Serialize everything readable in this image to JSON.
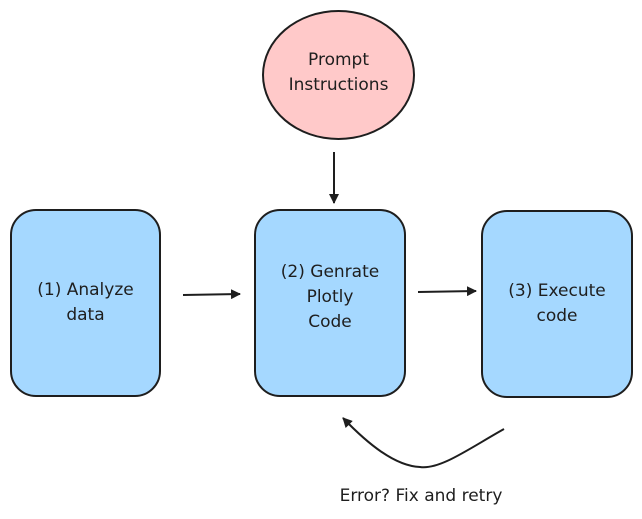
{
  "diagram": {
    "nodes": {
      "analyze": {
        "label": "(1) Analyze\ndata",
        "color": "#a5d8ff"
      },
      "generate": {
        "label": "(2) Genrate\nPlotly\nCode",
        "color": "#a5d8ff"
      },
      "execute": {
        "label": "(3) Execute\ncode",
        "color": "#a5d8ff"
      },
      "prompt": {
        "label": "Prompt\nInstructions",
        "color": "#ffc9c9"
      }
    },
    "edges": [
      {
        "from": "prompt",
        "to": "generate"
      },
      {
        "from": "analyze",
        "to": "generate"
      },
      {
        "from": "generate",
        "to": "execute"
      },
      {
        "from": "execute",
        "to": "generate",
        "label": "Error? Fix and retry"
      }
    ],
    "retry_label": "Error? Fix and retry",
    "stroke_color": "#1e1e1e"
  }
}
